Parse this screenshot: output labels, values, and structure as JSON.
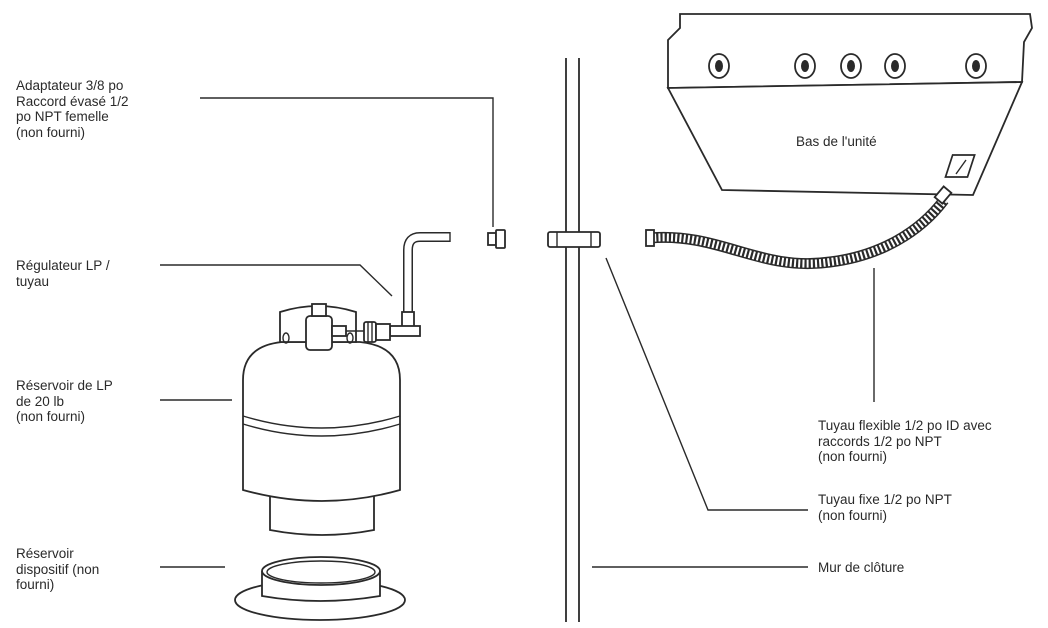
{
  "labels": {
    "adapter": [
      "Adaptateur 3/8 po",
      "Raccord évasé 1/2",
      "po NPT femelle",
      "(non fourni)"
    ],
    "regulator": [
      "Régulateur LP /",
      "tuyau"
    ],
    "tank": [
      "Réservoir de LP",
      "de 20 lb",
      "(non fourni)"
    ],
    "tank_device": [
      "Réservoir",
      "dispositif (non",
      "fourni)"
    ],
    "unit_bottom": "Bas de l'unité",
    "flex_hose": [
      "Tuyau flexible 1/2 po ID avec",
      "raccords 1/2 po NPT",
      "(non fourni)"
    ],
    "fixed_pipe": [
      "Tuyau fixe 1/2 po NPT",
      "(non fourni)"
    ],
    "fence_wall": "Mur de clôture"
  }
}
